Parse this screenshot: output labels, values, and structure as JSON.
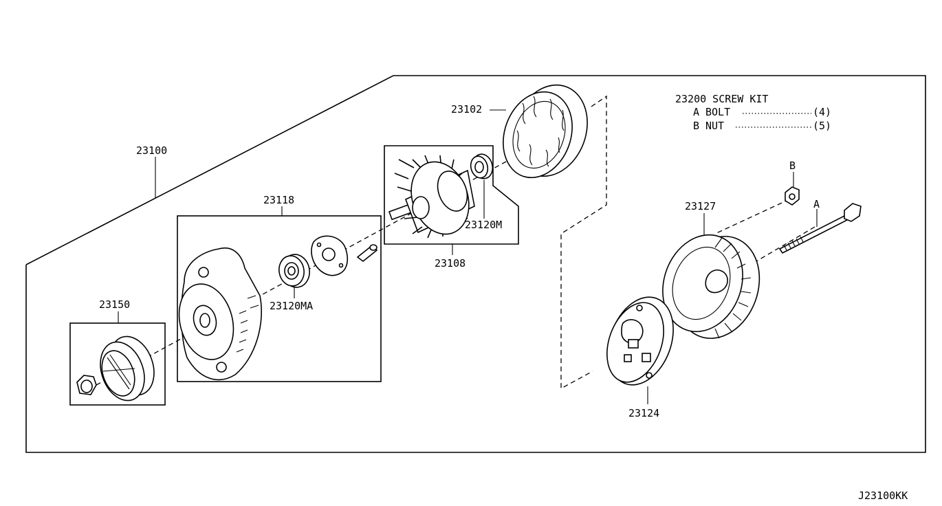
{
  "labels": {
    "p23100": "23100",
    "p23102": "23102",
    "p23118": "23118",
    "p23120m": "23120M",
    "p23108": "23108",
    "p23120ma": "23120MA",
    "p23150": "23150",
    "p23127": "23127",
    "p23124": "23124",
    "callout_a": "A",
    "callout_b": "B"
  },
  "screw_kit": {
    "title": "23200 SCREW KIT",
    "rows": [
      {
        "code": "A",
        "name": "BOLT",
        "qty": "(4)"
      },
      {
        "code": "B",
        "name": "NUT",
        "qty": "(5)"
      }
    ]
  },
  "diagram_code": "J23100KK"
}
